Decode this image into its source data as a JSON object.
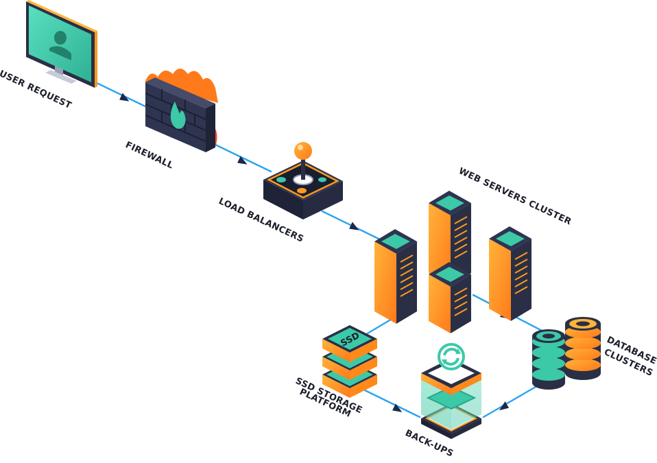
{
  "labels": {
    "user_request": "USER REQUEST",
    "firewall": "FIREWALL",
    "load_balancers": "LOAD BALANCERS",
    "web_servers_cluster": "WEB SERVERS CLUSTER",
    "database_line1": "DATABASE",
    "database_line2": "CLUSTERS",
    "ssd_line1": "SSD STORAGE",
    "ssd_line2": "PLATFORM",
    "backups": "BACK-UPS",
    "ssd_badge": "SSD"
  },
  "colors": {
    "flow_line": "#2aa3f0",
    "arrow": "#1b2a4a",
    "dark": "#2a2f45",
    "teal": "#3cc9a8",
    "orange": "#ff9a1f",
    "fire": "#ff7a1a",
    "red": "#ff4d2e"
  },
  "icons": [
    "monitor-icon",
    "user-icon",
    "firewall-icon",
    "flame-icon",
    "joystick-icon",
    "server-icon",
    "ssd-icon",
    "database-icon",
    "backup-icon",
    "sync-icon"
  ]
}
